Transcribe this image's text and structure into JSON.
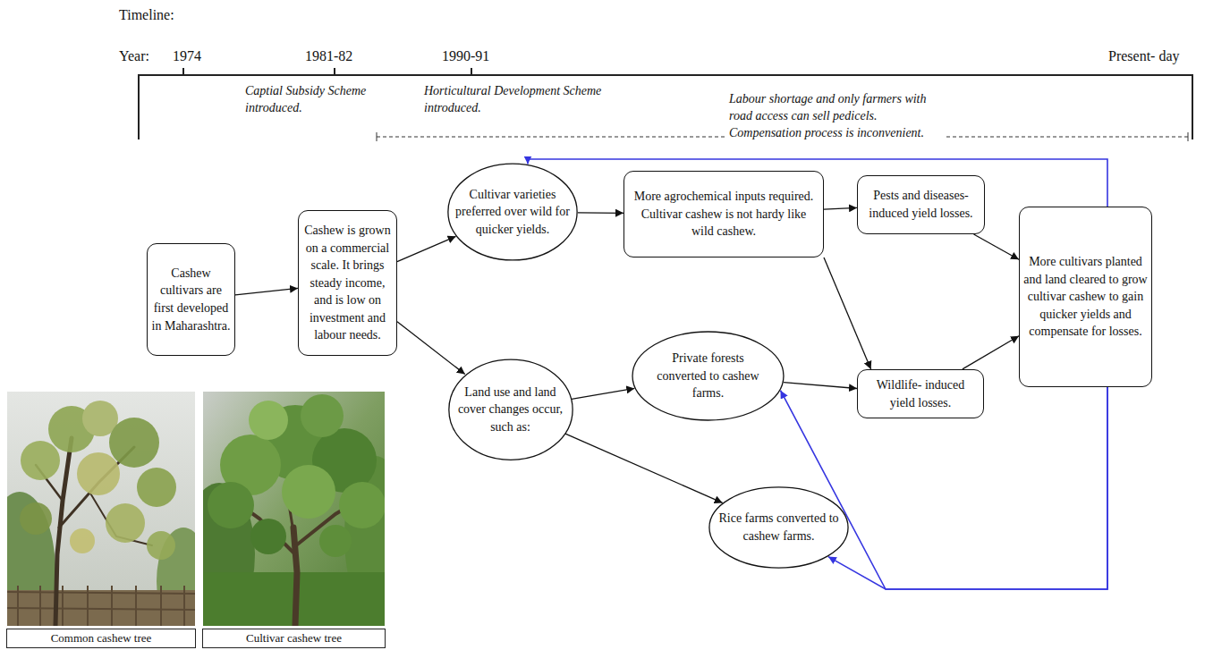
{
  "diagram": {
    "nodes": [
      {
        "text": [
          "Cashew cultivars are first developed in Maharashtra."
        ]
      },
      {
        "text": [
          "Cashew is grown on a commercial scale. It brings steady income, and is low on investment and labour needs."
        ]
      },
      {
        "text": [
          "Cultivar varieties preferred over wild for quicker yields."
        ]
      },
      {
        "text": [
          "More agrochemical inputs required. Cultivar cashew is not hardy like wild cashew."
        ]
      },
      {
        "text": [
          "Pests and diseases- induced yield losses."
        ]
      },
      {
        "text": [
          "Land use and land cover changes occur, such as:"
        ]
      },
      {
        "text": [
          "Private forests converted to cashew farms."
        ]
      },
      {
        "text": [
          "Wildlife- induced yield losses."
        ]
      },
      {
        "text": [
          "Rice farms converted to cashew farms."
        ]
      },
      {
        "text": [
          "More cultivars planted and land cleared to grow cultivar cashew to gain quicker yields and compensate for losses."
        ]
      },
      {
        "text": [
          "Common cashew tree"
        ]
      },
      {
        "text": [
          "Cultivar cashew tree"
        ]
      }
    ],
    "edges": [
      {
        "from": 0,
        "to": 1,
        "arrow": "to"
      },
      {
        "from": 1,
        "to": 2,
        "arrow": "to"
      },
      {
        "from": 1,
        "to": 5,
        "arrow": "to"
      },
      {
        "from": 2,
        "to": 3,
        "arrow": "to"
      },
      {
        "from": 3,
        "to": 4,
        "arrow": "to"
      },
      {
        "from": 3,
        "to": 7,
        "arrow": "to"
      },
      {
        "from": 5,
        "to": 6,
        "arrow": "to"
      },
      {
        "from": 5,
        "to": 8,
        "arrow": "to"
      },
      {
        "from": 6,
        "to": 7,
        "arrow": "to"
      },
      {
        "from": 4,
        "to": 9,
        "arrow": "to"
      },
      {
        "from": 7,
        "to": 9,
        "arrow": "to"
      },
      {
        "from": 9,
        "to": 2,
        "arrow": "to"
      },
      {
        "from": 9,
        "to": 6,
        "arrow": "to"
      },
      {
        "from": 9,
        "to": 8,
        "arrow": "to"
      }
    ],
    "labels": [
      "Timeline:",
      "Year:",
      "1974",
      "1981-82",
      "1990-91",
      "Present- day",
      "Captial Subsidy Scheme introduced.",
      "Horticultural Development Scheme introduced.",
      "Labour shortage and only farmers with road access can sell pedicels. Compensation process is inconvenient."
    ]
  }
}
